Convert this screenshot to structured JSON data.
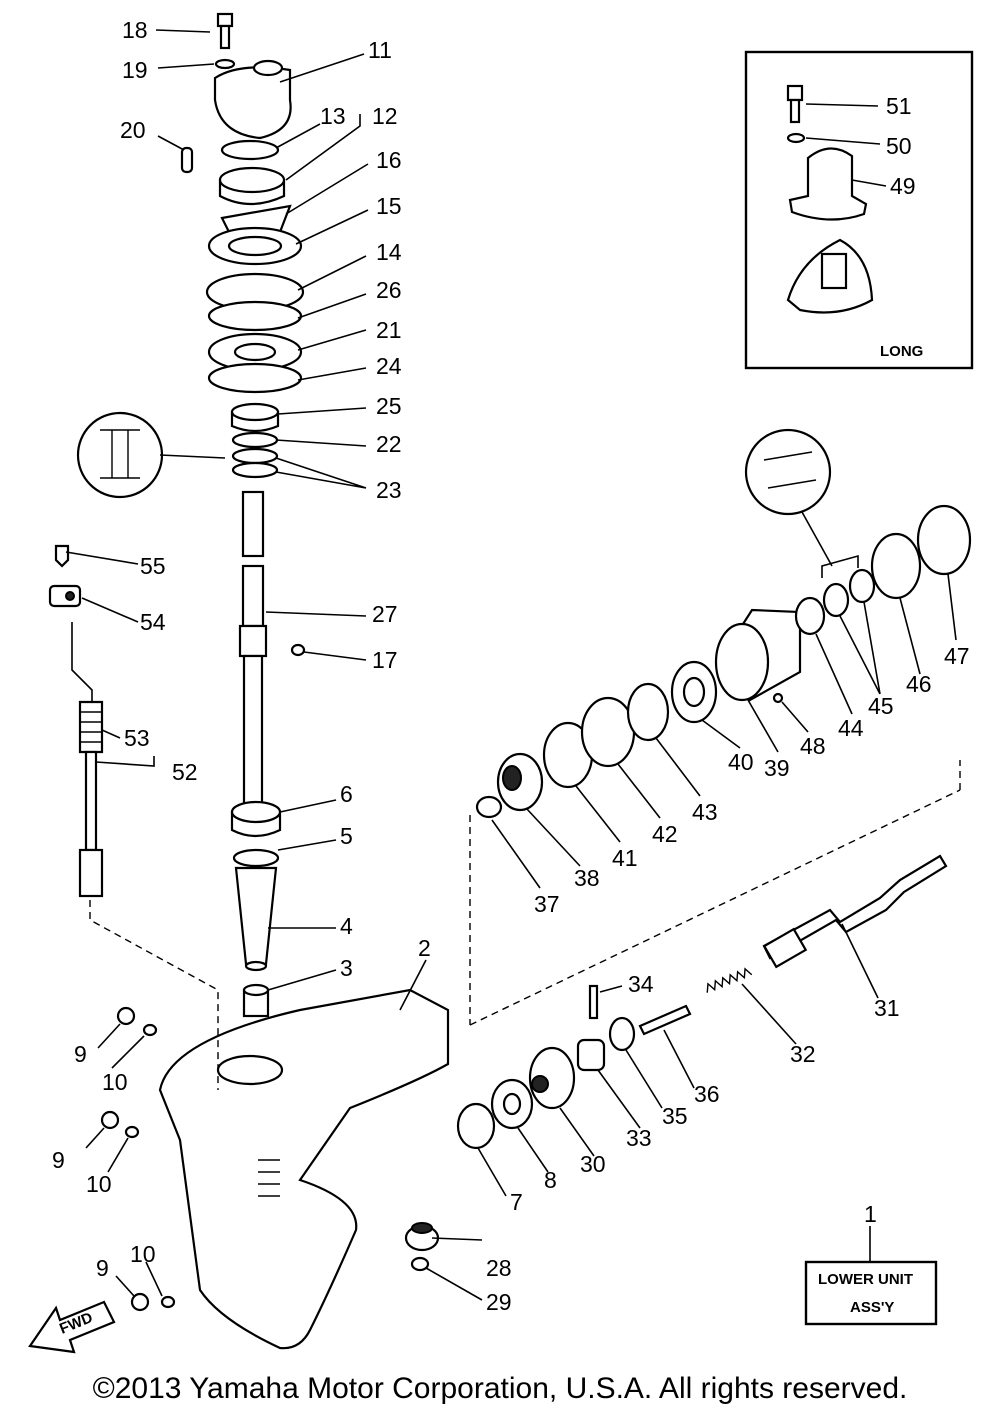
{
  "diagram": {
    "inset_label": "LONG",
    "assy_label_line1": "LOWER UNIT",
    "assy_label_line2": "ASS'Y",
    "fwd_label": "FWD",
    "part_numbers": {
      "p1": "1",
      "p2": "2",
      "p3": "3",
      "p4": "4",
      "p5": "5",
      "p6": "6",
      "p7": "7",
      "p8": "8",
      "p9a": "9",
      "p9b": "9",
      "p9c": "9",
      "p10a": "10",
      "p10b": "10",
      "p10c": "10",
      "p11": "11",
      "p12": "12",
      "p13": "13",
      "p14": "14",
      "p15": "15",
      "p16": "16",
      "p17": "17",
      "p18": "18",
      "p19": "19",
      "p20": "20",
      "p21": "21",
      "p22": "22",
      "p23": "23",
      "p24": "24",
      "p25": "25",
      "p26": "26",
      "p27": "27",
      "p28": "28",
      "p29": "29",
      "p30": "30",
      "p31": "31",
      "p32": "32",
      "p33": "33",
      "p34": "34",
      "p35": "35",
      "p36": "36",
      "p37": "37",
      "p38": "38",
      "p39": "39",
      "p40": "40",
      "p41": "41",
      "p42": "42",
      "p43": "43",
      "p44": "44",
      "p45": "45",
      "p46": "46",
      "p47": "47",
      "p48": "48",
      "p49": "49",
      "p50": "50",
      "p51": "51",
      "p52": "52",
      "p53": "53",
      "p54": "54",
      "p55": "55"
    }
  },
  "footer": {
    "copyright": "©2013 Yamaha Motor Corporation, U.S.A. All rights reserved."
  }
}
